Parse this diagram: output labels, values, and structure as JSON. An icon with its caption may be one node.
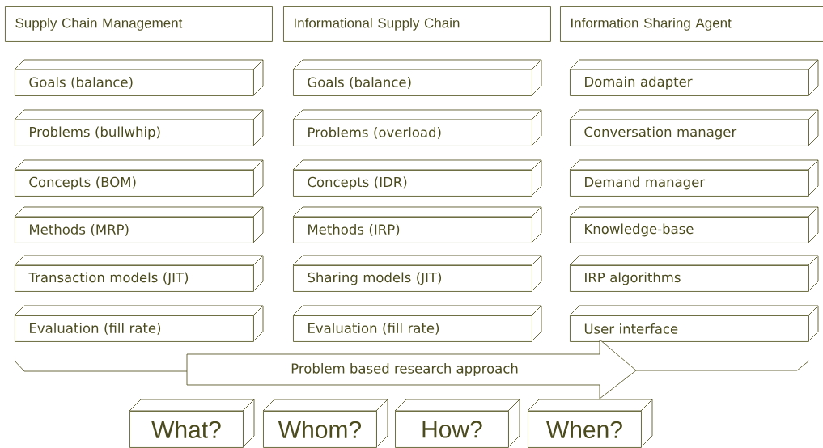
{
  "diagram": {
    "nodes": [
      {
        "text": [
          "Supply Chain Management"
        ]
      },
      {
        "text": [
          "Informational Supply Chain"
        ]
      },
      {
        "text": [
          "Information Sharing Agent"
        ]
      },
      {
        "text": [
          "Goals (balance)"
        ]
      },
      {
        "text": [
          "Goals (balance)"
        ]
      },
      {
        "text": [
          "Domain adapter"
        ]
      },
      {
        "text": [
          "Problems (bullwhip)"
        ]
      },
      {
        "text": [
          "Problems (overload)"
        ]
      },
      {
        "text": [
          "Conversation manager"
        ]
      },
      {
        "text": [
          "Concepts (BOM)"
        ]
      },
      {
        "text": [
          "Concepts (IDR)"
        ]
      },
      {
        "text": [
          "Demand manager"
        ]
      },
      {
        "text": [
          "Methods (MRP)"
        ]
      },
      {
        "text": [
          "Methods (IRP)"
        ]
      },
      {
        "text": [
          "Knowledge-base"
        ]
      },
      {
        "text": [
          "Transaction models (JIT)"
        ]
      },
      {
        "text": [
          "Sharing models (JIT)"
        ]
      },
      {
        "text": [
          "IRP algorithms"
        ]
      },
      {
        "text": [
          "Evaluation (fill rate)"
        ]
      },
      {
        "text": [
          "Evaluation (fill rate)"
        ]
      },
      {
        "text": [
          "User interface"
        ]
      },
      {
        "text": [
          "Problem based research approach"
        ]
      },
      {
        "text": [
          "What?"
        ]
      },
      {
        "text": [
          "Whom?"
        ]
      },
      {
        "text": [
          "How?"
        ]
      },
      {
        "text": [
          "When?"
        ]
      }
    ]
  }
}
